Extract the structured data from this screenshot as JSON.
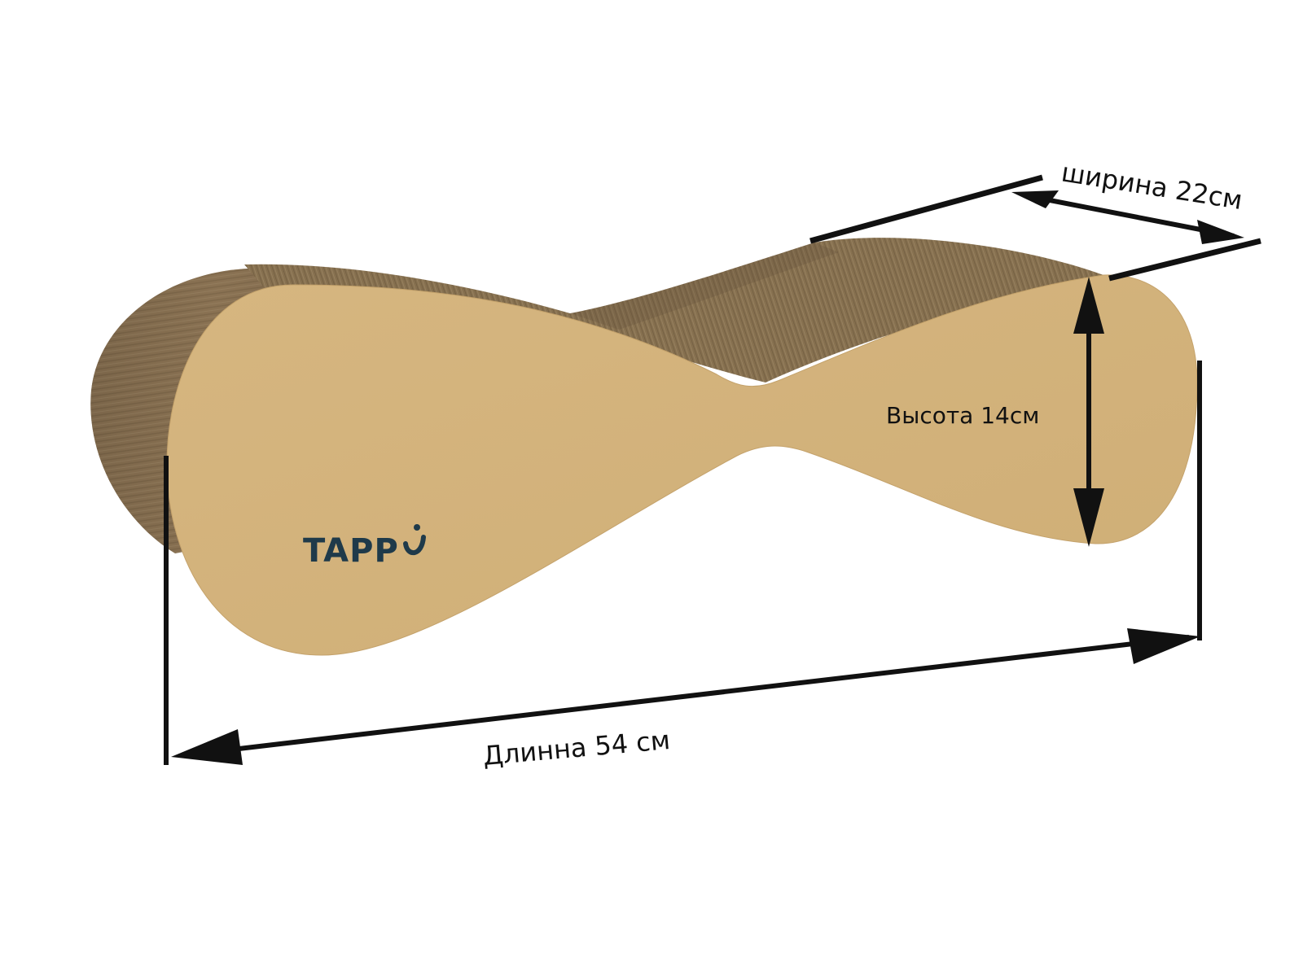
{
  "product": {
    "logo_text": "TAPP",
    "logo_color": "#1f3a4a"
  },
  "dimensions": {
    "width_label": "ширина 22см",
    "height_label": "Высота 14см",
    "length_label": "Длинна 54 см"
  },
  "colors": {
    "face": "#d2b27c",
    "face_shade": "#c9a870",
    "cardboard_side": "#8d7556",
    "cardboard_top": "#7c664a",
    "cardboard_dark": "#6a563e",
    "lines": "#111111",
    "background": "#ffffff"
  }
}
